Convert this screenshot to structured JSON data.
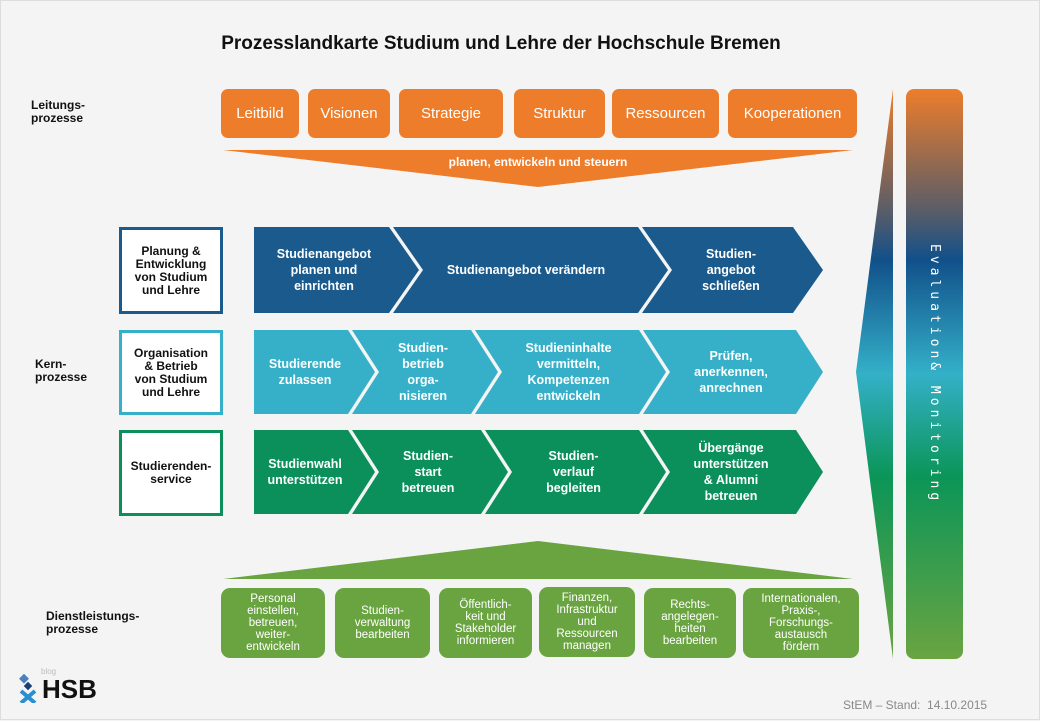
{
  "title": "Prozesslandkarte Studium und Lehre der Hochschule Bremen",
  "labels": {
    "leitung": "Leitungs-\nprozesse",
    "kern": "Kern-\nprozesse",
    "dienst": "Dienstleistungs-\nprozesse"
  },
  "leitung_items": [
    "Leitbild",
    "Visionen",
    "Strategie",
    "Struktur",
    "Ressourcen",
    "Kooperationen"
  ],
  "leitung_banner": "planen, entwickeln und steuern",
  "kern_rows": [
    {
      "label": "Planung &\nEntwicklung\nvon Studium\nund Lehre",
      "color": "#1a5a8c",
      "steps": [
        "Studienangebot\nplanen und\neinrichten",
        "Studienangebot verändern",
        "Studien-\nangebot\nschließen"
      ]
    },
    {
      "label": "Organisation\n& Betrieb\nvon Studium\nund Lehre",
      "color": "#35b0c8",
      "steps": [
        "Studierende\nzulassen",
        "Studien-\nbetrieb\norga-\nnisieren",
        "Studieninhalte\nvermitteln,\nKompetenzen\nentwickeln",
        "Prüfen,\nanerkennen,\nanrechnen"
      ]
    },
    {
      "label": "Studierenden-\nservice",
      "color": "#0b8f5b",
      "steps": [
        "Studienwahl\nunterstützen",
        "Studien-\nstart\nbetreuen",
        "Studien-\nverlauf\nbegleiten",
        "Übergänge\nunterstützen\n& Alumni\nbetreuen"
      ]
    }
  ],
  "dienst_items": [
    "Personal\neinstellen,\nbetreuen,\nweiter-\nentwickeln",
    "Studien-\nverwaltung\nbearbeiten",
    "Öffentlich-\nkeit und\nStakeholder\ninformieren",
    "Finanzen,\nInfrastruktur\nund\nRessourcen\nmanagen",
    "Rechts-\nangelegen-\nheiten\nbearbeiten",
    "Internationalen,\nPraxis-,\nForschungs-\naustausch\nfördern"
  ],
  "evaluation": "Evaluation& Monitoring",
  "logo": {
    "text": "HSB",
    "sub": "blog"
  },
  "footer": "StEM – Stand:  14.10.2015",
  "colors": {
    "orange": "#ed7d2b",
    "green": "#6aa441"
  }
}
